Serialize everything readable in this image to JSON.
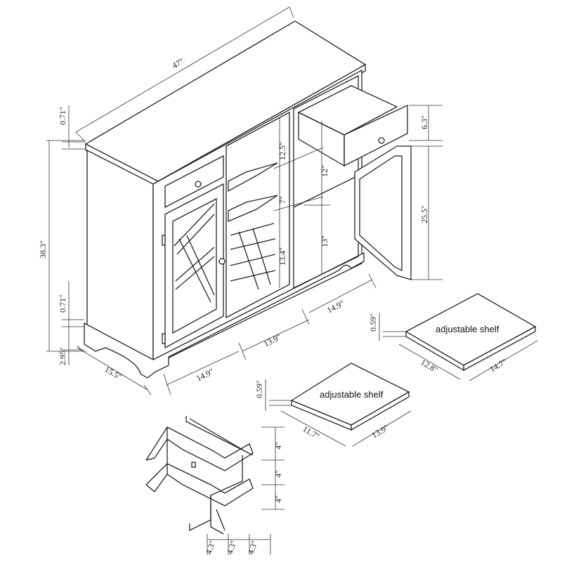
{
  "dimensions": {
    "overall_width": "47\"",
    "top_thickness": "0.71\"",
    "overall_height": "38.3\"",
    "base_gap": "0.71\"",
    "base_height": "2.95\"",
    "depth": "15.5\"",
    "left_bay_width": "14.9\"",
    "middle_bay_width": "13.9\"",
    "right_bay_width": "14.9\"",
    "top_shelf_gap": "12.5\"",
    "wine_rack_gap": "7\"",
    "lower_gap": "13.4\"",
    "right_upper_gap": "12\"",
    "right_lower_gap": "13\"",
    "drawer_height": "6.3\"",
    "door_height": "25.5\"",
    "shelf_large_thickness": "0.59\"",
    "shelf_large_depth": "12.8\"",
    "shelf_large_width": "14.7\"",
    "shelf_small_thickness": "0.59\"",
    "shelf_small_depth": "11.7\"",
    "shelf_small_width": "13.9\"",
    "rack_spacing_1": "4\"",
    "rack_spacing_2": "4\"",
    "rack_spacing_3": "4\"",
    "rack_width_1": "4.3\"",
    "rack_width_2": "4.3\"",
    "rack_width_3": "4.3\""
  },
  "labels": {
    "shelf_large": "adjustable shelf",
    "shelf_small": "adjustable shelf"
  }
}
